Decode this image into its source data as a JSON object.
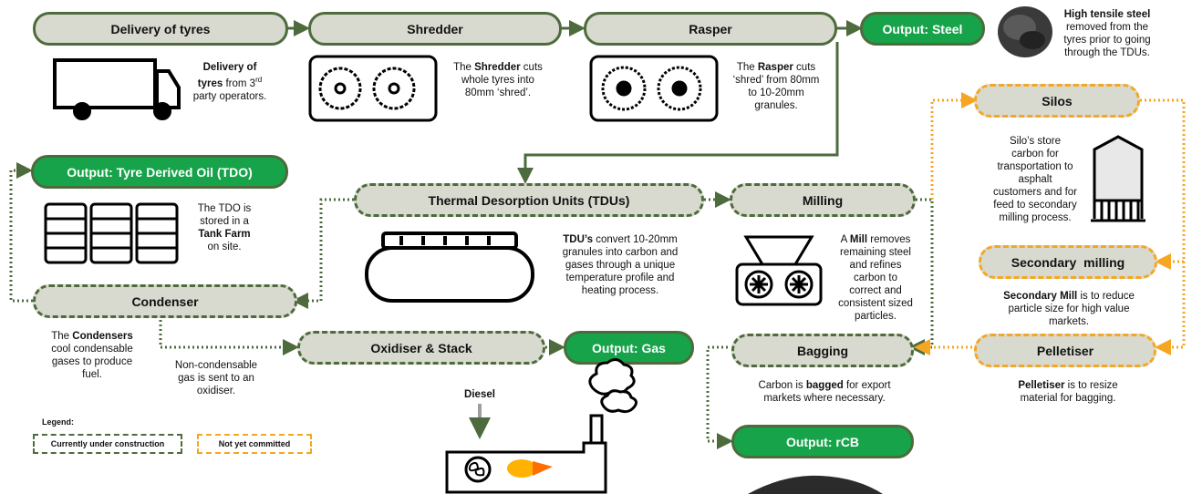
{
  "nodes": {
    "delivery": "Delivery of tyres",
    "shredder": "Shredder",
    "rasper": "Rasper",
    "output_steel": "Output: Steel",
    "silos": "Silos",
    "output_tdo": "Output: Tyre Derived Oil (TDO)",
    "tdu": "Thermal Desorption Units (TDUs)",
    "milling": "Milling",
    "secondary_milling": "Secondary  milling",
    "condenser": "Condenser",
    "oxidiser": "Oxidiser & Stack",
    "output_gas": "Output: Gas",
    "bagging": "Bagging",
    "pelletiser": "Pelletiser",
    "output_rcb": "Output: rCB"
  },
  "descriptions": {
    "delivery": {
      "l1a": "Delivery of",
      "l2a": "tyres",
      "l2b": " from 3",
      "l2sup": "rd",
      "l3": "party operators."
    },
    "shredder": {
      "a": "The ",
      "b": "Shredder",
      "c": " cuts",
      "l2": "whole tyres into",
      "l3": "80mm ‘shred’."
    },
    "rasper": {
      "a": "The ",
      "b": "Rasper",
      "c": " cuts",
      "l2": "‘shred’ from 80mm",
      "l3": "to 10-20mm",
      "l4": "granules."
    },
    "steel": {
      "l1": "High tensile steel",
      "l2": "removed from the",
      "l3": "tyres prior to going",
      "l4": "through the TDUs."
    },
    "silos": {
      "l1": "Silo’s store",
      "l2": "carbon for",
      "l3": "transportation to",
      "l4": "asphalt",
      "l5": "customers and for",
      "l6": "feed to secondary",
      "l7": "milling process."
    },
    "tdo": {
      "l1": "The TDO is",
      "l2": "stored in a",
      "l3": "Tank Farm",
      "l4": "on site."
    },
    "tdu": {
      "a": "TDU’s",
      "b": " convert 10-20mm",
      "l2": "granules into carbon and",
      "l3": "gases through a unique",
      "l4": "temperature profile and",
      "l5": "heating process."
    },
    "mill": {
      "a": "A ",
      "b": "Mill",
      "c": " removes",
      "l2": "remaining steel",
      "l3": "and refines",
      "l4": "carbon to",
      "l5": "correct and",
      "l6": "consistent sized",
      "l7": "particles."
    },
    "secondary": {
      "a": "Secondary Mill",
      "b": " is to reduce",
      "l2": "particle size for high value",
      "l3": "markets."
    },
    "condenser": {
      "a": "The ",
      "b": "Condensers",
      "l2": "cool condensable",
      "l3": "gases to produce",
      "l4": "fuel."
    },
    "noncond": {
      "l1": "Non-condensable",
      "l2": "gas is sent to an",
      "l3": "oxidiser."
    },
    "bagging": {
      "a": "Carbon is ",
      "b": "bagged",
      "c": " for export",
      "l2": "markets where necessary."
    },
    "pelletiser": {
      "a": "Pelletiser",
      "b": " is to resize",
      "l2": "material for bagging."
    },
    "diesel": "Diesel"
  },
  "legend": {
    "title": "Legend:",
    "under_construction": "Currently under construction",
    "not_committed": "Not yet committed"
  },
  "colors": {
    "node_fill": "#d8d9cf",
    "green_border": "#4d6b3c",
    "orange_border": "#f5a623",
    "output_fill": "#16a34a"
  }
}
